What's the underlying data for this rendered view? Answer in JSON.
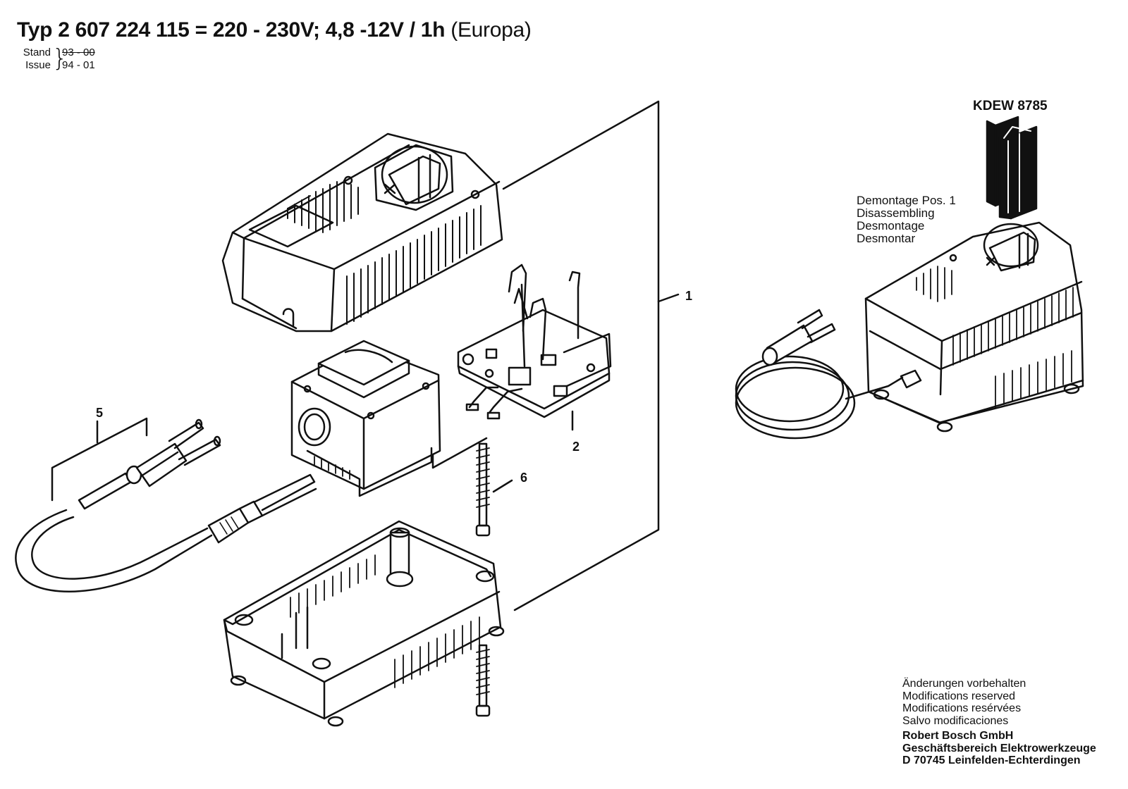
{
  "header": {
    "type_label": "Typ 2 607 224 115  = 220 - 230V; 4,8 -12V / 1h",
    "region": "(Europa)",
    "stand_label": "Stand",
    "issue_label": "Issue",
    "stand_value": "93 - 00",
    "issue_value": "94 - 01"
  },
  "tool": {
    "code": "KDEW 8785",
    "disassembly": {
      "de": "Demontage Pos. 1",
      "en": "Disassembling",
      "fr": "Desmontage",
      "es": "Desmontar"
    }
  },
  "callouts": {
    "p1": "1",
    "p2": "2",
    "p5": "5",
    "p6": "6"
  },
  "footer": {
    "notice_de": "Änderungen vorbehalten",
    "notice_en": "Modifications reserved",
    "notice_fr": "Modifications resérvées",
    "notice_es": "Salvo modificaciones",
    "company": "Robert Bosch GmbH",
    "division": "Geschäftsbereich Elektrowerkzeuge",
    "address": "D 70745 Leinfelden-Echterdingen"
  }
}
